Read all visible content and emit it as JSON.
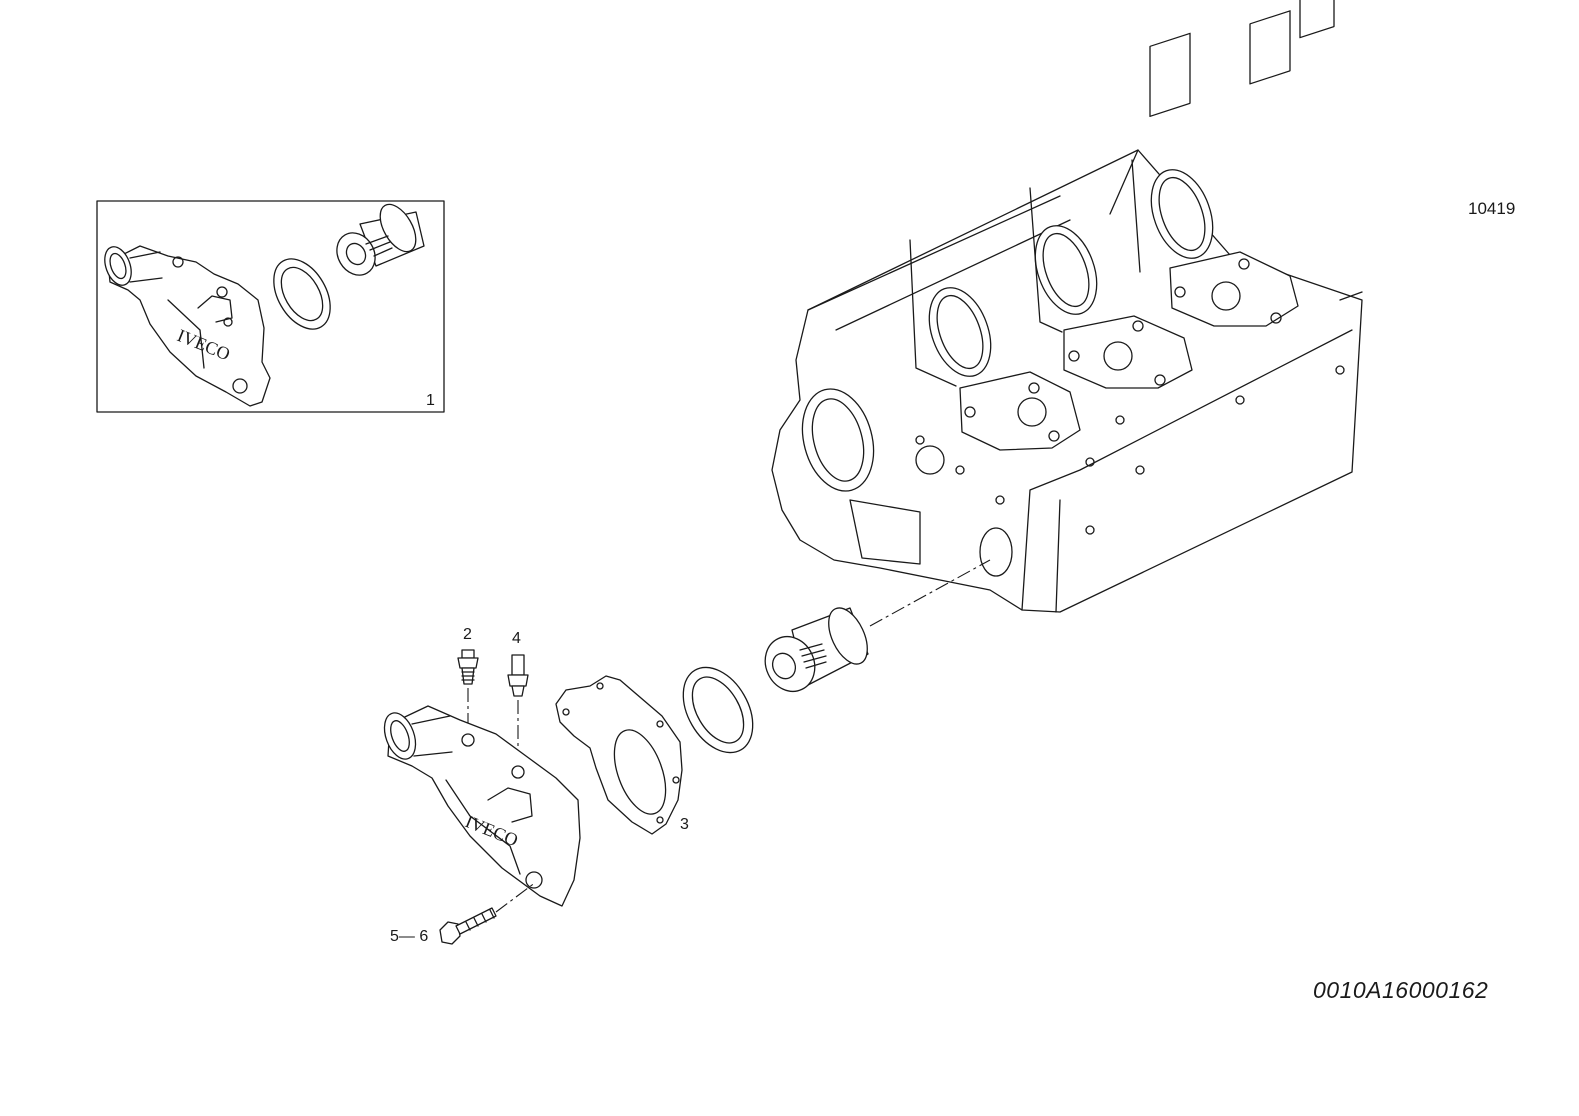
{
  "drawing_ref": "10419",
  "figure_code": "0010A16000162",
  "inset": {
    "callout": "1"
  },
  "callouts": {
    "plug": "2",
    "gasket": "3",
    "fitting": "4",
    "screw": "5— 6"
  },
  "logo_text": "IVECO"
}
